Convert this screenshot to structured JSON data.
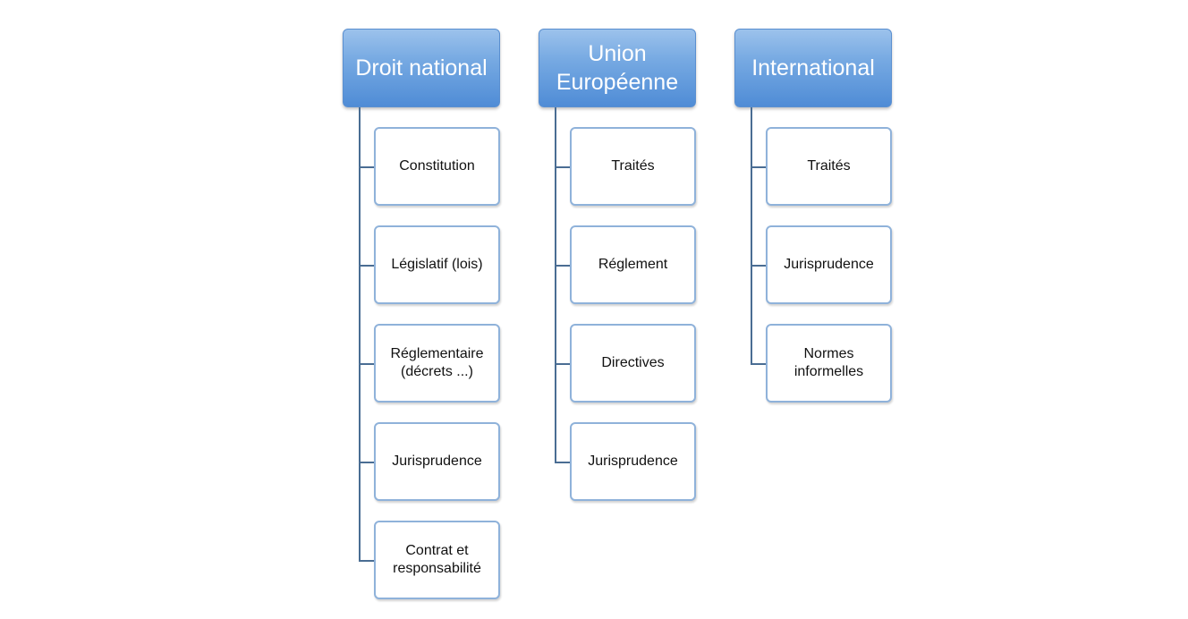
{
  "columns": [
    {
      "header": "Droit national",
      "items": [
        "Constitution",
        "Législatif (lois)",
        "Réglementaire (décrets ...)",
        "Jurisprudence",
        "Contrat et responsabilité"
      ]
    },
    {
      "header": "Union Européenne",
      "items": [
        "Traités",
        "Réglement",
        "Directives",
        "Jurisprudence"
      ]
    },
    {
      "header": "International",
      "items": [
        "Traités",
        "Jurisprudence",
        "Normes informelles"
      ]
    }
  ],
  "colors": {
    "header_fill": "#76a9e2",
    "header_text": "#ffffff",
    "child_border": "#8fb2da",
    "connector": "#4a6d93"
  }
}
